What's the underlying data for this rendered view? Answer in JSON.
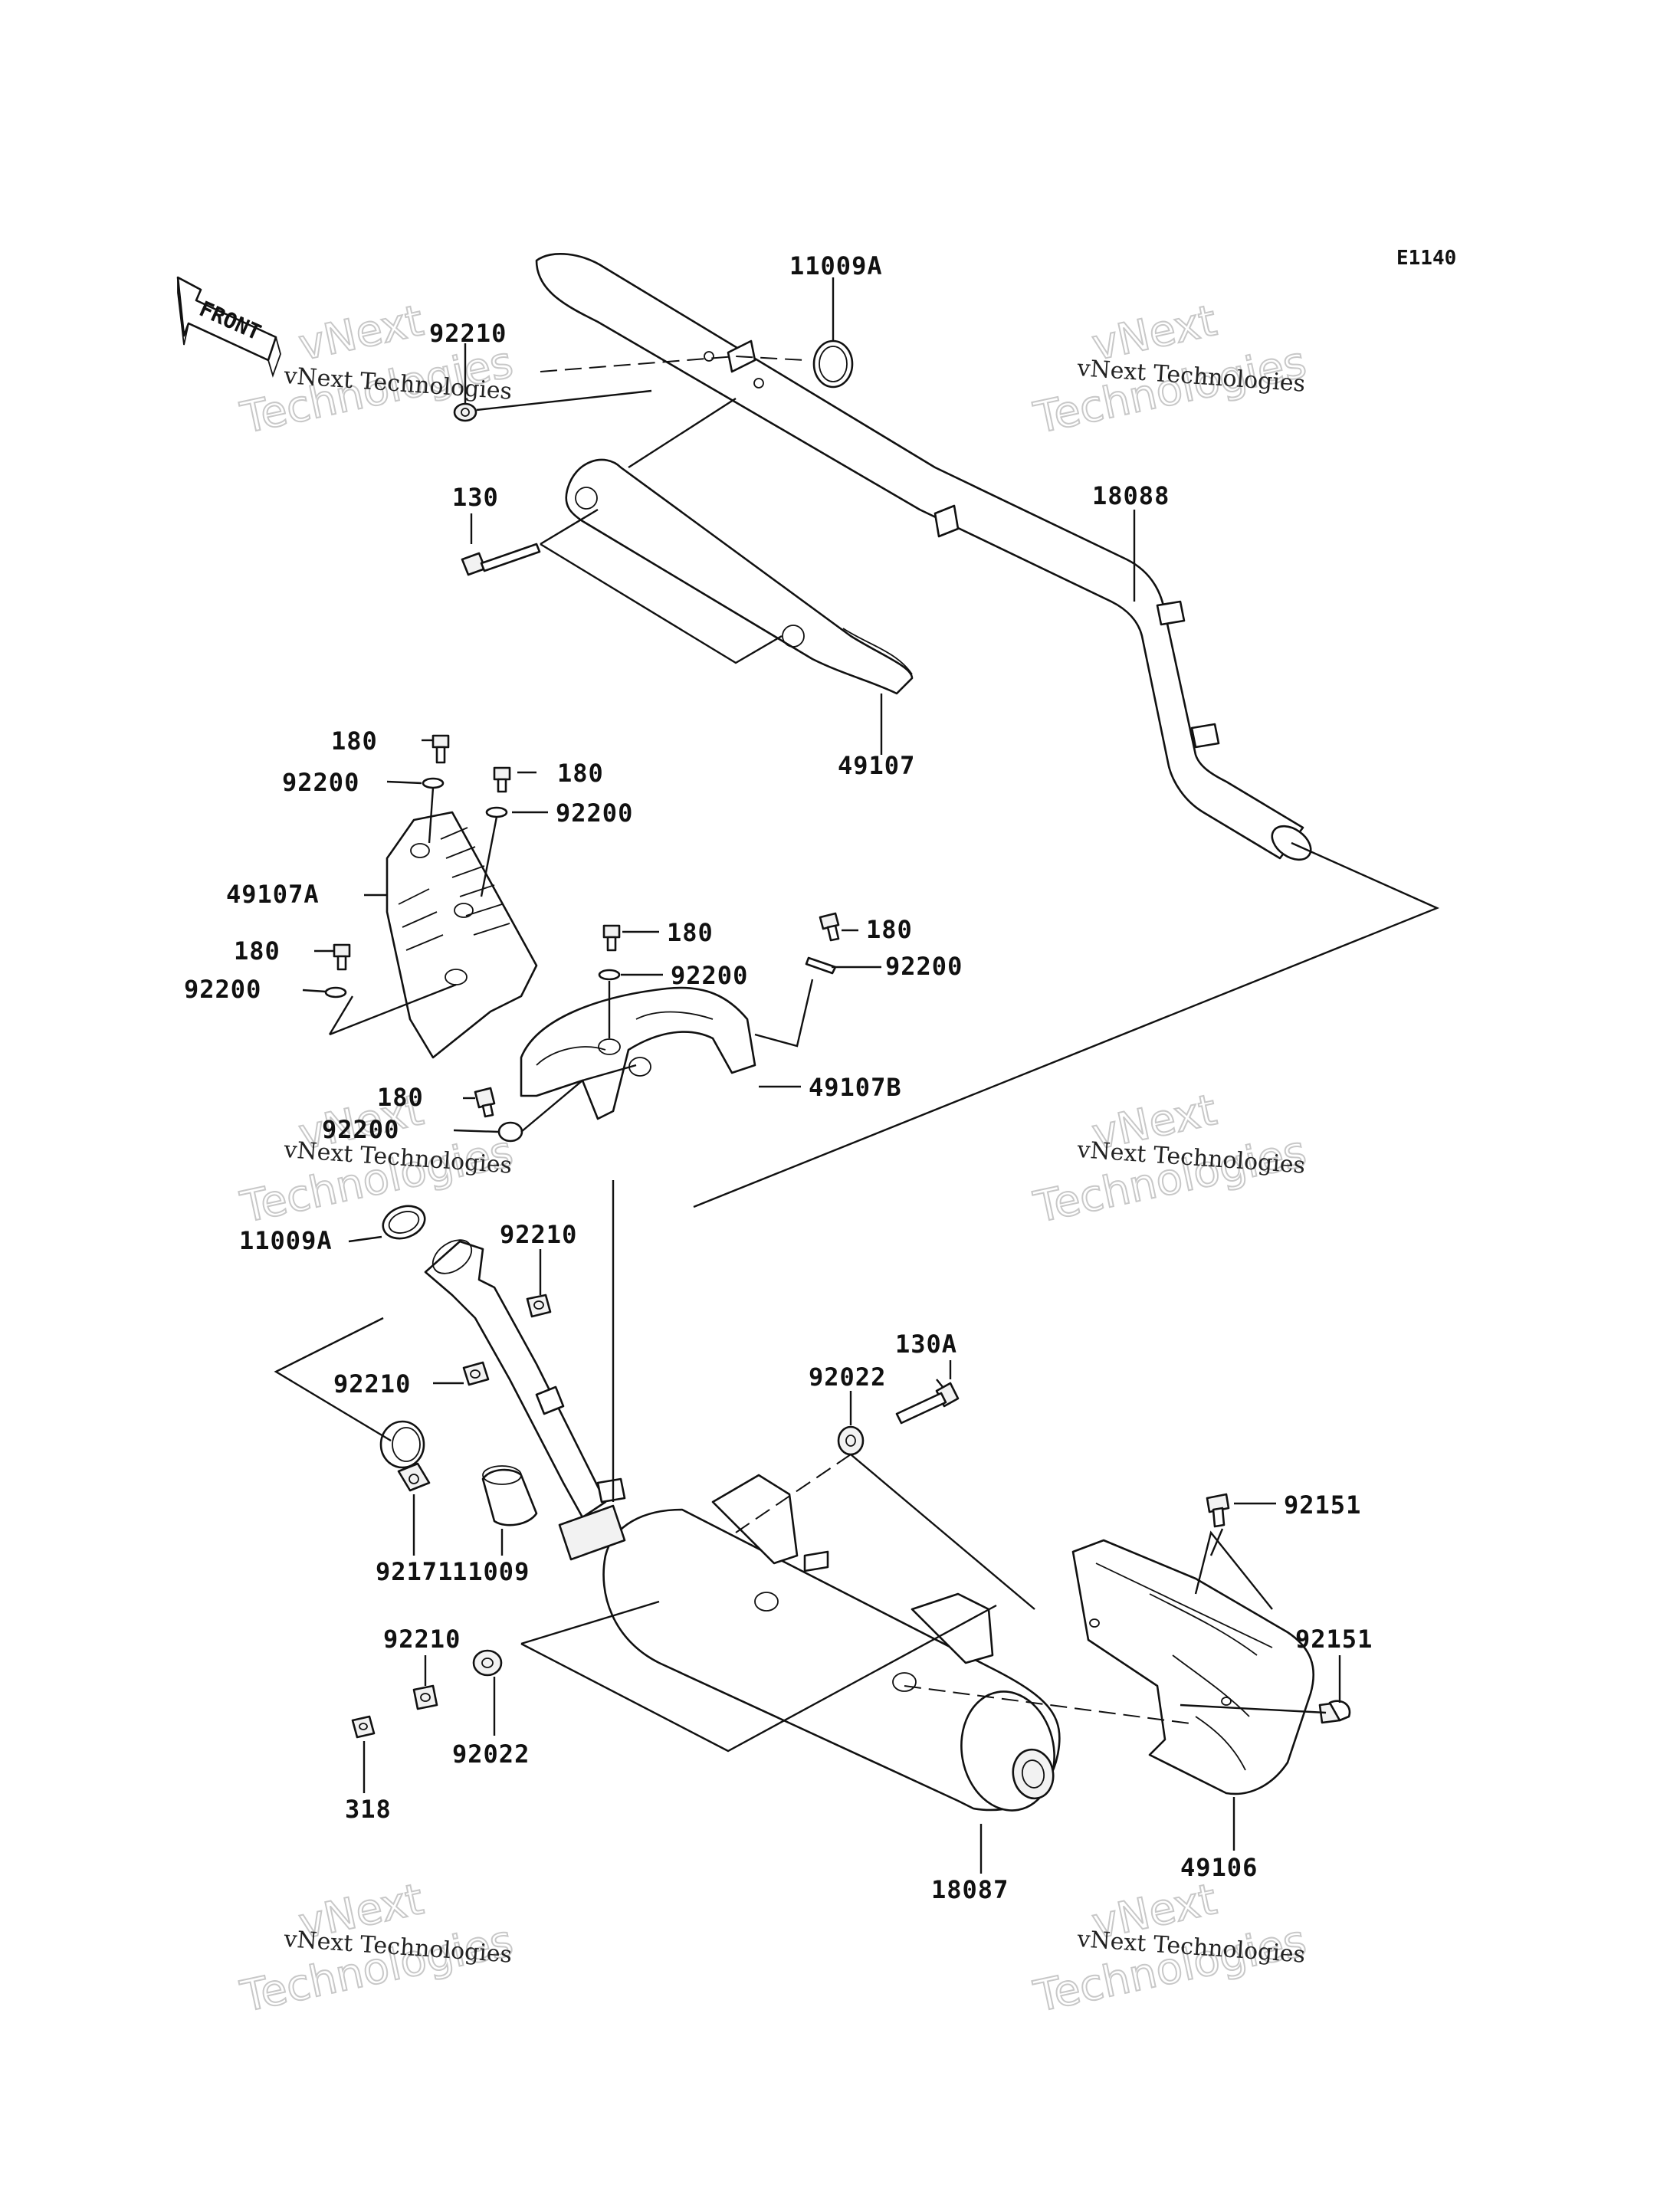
{
  "diagram_code": "E1140",
  "front_label": "FRONT",
  "watermark": {
    "line1": "vNext Technologies",
    "line2": "vNext",
    "line3": "Technologies"
  },
  "parts": [
    {
      "id": "p11009a_top",
      "label": "11009A"
    },
    {
      "id": "p92210_top",
      "label": "92210"
    },
    {
      "id": "p130",
      "label": "130"
    },
    {
      "id": "p18088",
      "label": "18088"
    },
    {
      "id": "p49107",
      "label": "49107"
    },
    {
      "id": "p180_a",
      "label": "180"
    },
    {
      "id": "p92200_a",
      "label": "92200"
    },
    {
      "id": "p180_b",
      "label": "180"
    },
    {
      "id": "p92200_b",
      "label": "92200"
    },
    {
      "id": "p49107a",
      "label": "49107A"
    },
    {
      "id": "p180_c",
      "label": "180"
    },
    {
      "id": "p92200_c",
      "label": "92200"
    },
    {
      "id": "p180_d",
      "label": "180"
    },
    {
      "id": "p92200_d",
      "label": "92200"
    },
    {
      "id": "p180_e",
      "label": "180"
    },
    {
      "id": "p92200_e",
      "label": "92200"
    },
    {
      "id": "p49107b",
      "label": "49107B"
    },
    {
      "id": "p180_f",
      "label": "180"
    },
    {
      "id": "p92200_f",
      "label": "92200"
    },
    {
      "id": "p11009a_mid",
      "label": "11009A"
    },
    {
      "id": "p92210_mid",
      "label": "92210"
    },
    {
      "id": "p92210_low",
      "label": "92210"
    },
    {
      "id": "p130a",
      "label": "130A"
    },
    {
      "id": "p92022_top",
      "label": "92022"
    },
    {
      "id": "p92151_top",
      "label": "92151"
    },
    {
      "id": "p92171",
      "label": "92171"
    },
    {
      "id": "p11009",
      "label": "11009"
    },
    {
      "id": "p92210_bot",
      "label": "92210"
    },
    {
      "id": "p92151_right",
      "label": "92151"
    },
    {
      "id": "p92022_bot",
      "label": "92022"
    },
    {
      "id": "p318",
      "label": "318"
    },
    {
      "id": "p49106",
      "label": "49106"
    },
    {
      "id": "p18087",
      "label": "18087"
    }
  ]
}
